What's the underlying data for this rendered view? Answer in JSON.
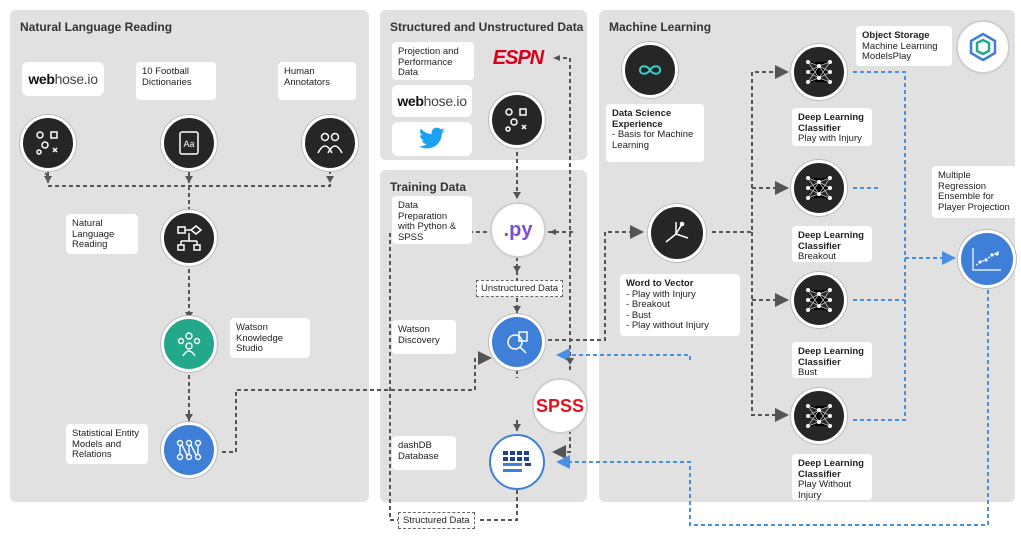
{
  "panels": {
    "nlr": "Natural Language Reading",
    "sud": "Structured and Unstructured Data",
    "training": "Training Data",
    "ml": "Machine Learning"
  },
  "nlr": {
    "webhose_bold": "web",
    "webhose_light": "hose.io",
    "football": "10 Football Dictionaries",
    "annotators": "Human Annotators",
    "nlr_label": "Natural Language Reading",
    "wks_label": "Watson Knowledge Studio",
    "sem_label": "Statistical Entity Models and Relations"
  },
  "sud": {
    "projection": "Projection and Performance Data",
    "espn": "ESPN",
    "webhose_bold": "web",
    "webhose_light": "hose.io"
  },
  "training": {
    "dataprep": "Data Preparation with Python & SPSS",
    "py": ".py",
    "unstructured": "Unstructured Data",
    "discovery": "Watson Discovery",
    "spss": "SPSS",
    "dashdb": "dashDB Database",
    "structured": "Structured Data"
  },
  "ml": {
    "dse_title": "Data Science Experience",
    "dse_item": "Basis for Machine Learning",
    "w2v_title": "Word to Vector",
    "w2v_items": [
      "Play with Injury",
      "Breakout",
      "Bust",
      "Play without Injury"
    ],
    "objstore_title": "Object Storage",
    "objstore_sub": "Machine Learning ModelsPlay",
    "dl1_title": "Deep Learning Classifier",
    "dl1_sub": "Play with Injury",
    "dl2_title": "Deep Learning Classifier",
    "dl2_sub": "Breakout",
    "dl3_title": "Deep Learning Classifier",
    "dl3_sub": "Bust",
    "dl4_title": "Deep Learning Classifier",
    "dl4_sub": "Play Without Injury",
    "mre": "Multiple Regression Ensemble for Player Projection"
  },
  "colors": {
    "panel": "#e1e1e1",
    "dark_node": "#262626",
    "blue_node": "#3f7fd8",
    "teal_node": "#23a88c",
    "dashed_gray": "#555555",
    "dashed_blue": "#4a90e2",
    "spss_red": "#e0141e",
    "espn_red": "#d8001b",
    "py_purple": "#7a4fd6"
  },
  "icons": [
    "graph-icon",
    "book-icon",
    "people-icon",
    "flowchart-icon",
    "watson-icon",
    "network-icon",
    "infinity-icon",
    "vector-icon",
    "neural-net-icon",
    "chart-icon",
    "cube-icon",
    "twitter-icon",
    "database-icon",
    "discovery-icon"
  ]
}
